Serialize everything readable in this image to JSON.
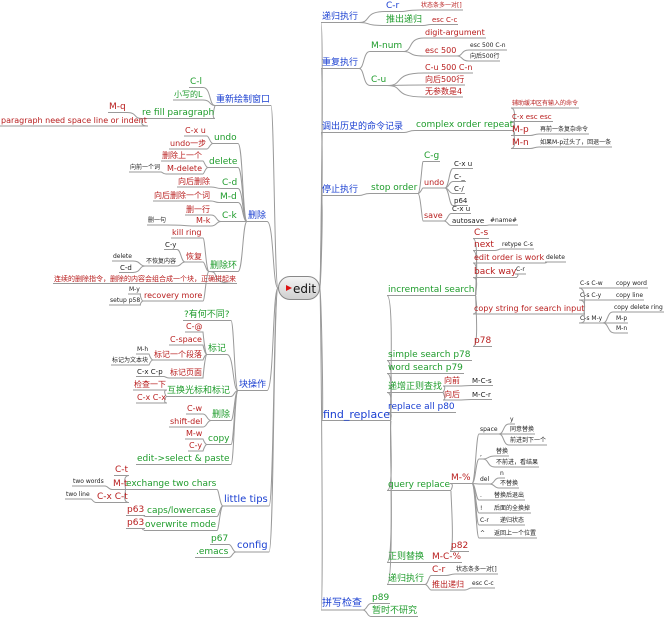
{
  "root": {
    "label": "edit",
    "icon": "arrow-icon"
  },
  "nodes": [
    {
      "id": "b-recursive",
      "text": "递归执行"
    },
    {
      "id": "b-recursive-cr",
      "text": "C-r"
    },
    {
      "id": "b-recursive-cr-d",
      "text": "状态条多一对[]"
    },
    {
      "id": "b-recursive-exit",
      "text": "推出递归"
    },
    {
      "id": "b-recursive-exit-k",
      "text": "esc C-c"
    },
    {
      "id": "b-repeat",
      "text": "重复执行"
    },
    {
      "id": "b-repeat-mnum",
      "text": "M-num"
    },
    {
      "id": "b-repeat-mnum-1",
      "text": "digit-argument"
    },
    {
      "id": "b-repeat-mnum-2",
      "text": "esc 500"
    },
    {
      "id": "b-repeat-mnum-2a",
      "text": "esc 500 C-n"
    },
    {
      "id": "b-repeat-mnum-2b",
      "text": "向后500行"
    },
    {
      "id": "b-repeat-cu",
      "text": "C-u"
    },
    {
      "id": "b-repeat-cu-1",
      "text": "C-u 500 C-n"
    },
    {
      "id": "b-repeat-cu-2",
      "text": "向后500行"
    },
    {
      "id": "b-repeat-cu-3",
      "text": "无参数是4"
    },
    {
      "id": "b-history",
      "text": "调出历史的命令记录"
    },
    {
      "id": "b-history-cr",
      "text": "complex order repeat"
    },
    {
      "id": "b-history-cr-1",
      "text": "辅助缓冲区有输入的命令"
    },
    {
      "id": "b-history-esc",
      "text": "C-x esc esc"
    },
    {
      "id": "b-history-mp",
      "text": "M-p"
    },
    {
      "id": "b-history-mp-d",
      "text": "再前一条复杂命令"
    },
    {
      "id": "b-history-mn",
      "text": "M-n"
    },
    {
      "id": "b-history-mn-d",
      "text": "如果M-p过头了，回退一条"
    },
    {
      "id": "b-stop",
      "text": "停止执行"
    },
    {
      "id": "b-stop-order",
      "text": "stop order"
    },
    {
      "id": "b-stop-cg",
      "text": "C-g"
    },
    {
      "id": "b-stop-undo",
      "text": "undo"
    },
    {
      "id": "b-stop-undo-1",
      "text": "C-x u"
    },
    {
      "id": "b-stop-undo-2",
      "text": "C-_"
    },
    {
      "id": "b-stop-undo-3",
      "text": "C-/"
    },
    {
      "id": "b-stop-undo-4",
      "text": "p64"
    },
    {
      "id": "b-stop-save",
      "text": "save"
    },
    {
      "id": "b-stop-save-1",
      "text": "C-x u"
    },
    {
      "id": "b-stop-save-2",
      "text": "autosave"
    },
    {
      "id": "b-stop-save-2a",
      "text": "#name#"
    },
    {
      "id": "b-find",
      "text": "find_replace"
    },
    {
      "id": "b-inc",
      "text": "incremental search"
    },
    {
      "id": "b-inc-cs",
      "text": "C-s"
    },
    {
      "id": "b-inc-next",
      "text": "next"
    },
    {
      "id": "b-inc-next-d",
      "text": "retype C-s"
    },
    {
      "id": "b-inc-edit",
      "text": "edit order is work"
    },
    {
      "id": "b-inc-edit-d",
      "text": "delete"
    },
    {
      "id": "b-inc-back",
      "text": "back way"
    },
    {
      "id": "b-inc-back-d",
      "text": "C-r"
    },
    {
      "id": "b-inc-copy",
      "text": "copy string for search input"
    },
    {
      "id": "b-inc-copy-1",
      "text": "C-s C-w"
    },
    {
      "id": "b-inc-copy-1d",
      "text": "copy word"
    },
    {
      "id": "b-inc-copy-2",
      "text": "C-s C-y"
    },
    {
      "id": "b-inc-copy-2d",
      "text": "copy line"
    },
    {
      "id": "b-inc-copy-3",
      "text": "C-s M-y"
    },
    {
      "id": "b-inc-copy-3d",
      "text": "copy delete ring"
    },
    {
      "id": "b-inc-copy-3a",
      "text": "M-p"
    },
    {
      "id": "b-inc-copy-3b",
      "text": "M-n"
    },
    {
      "id": "b-inc-p78",
      "text": "p78"
    },
    {
      "id": "b-simple",
      "text": "simple search p78"
    },
    {
      "id": "b-word",
      "text": "word search p79"
    },
    {
      "id": "b-regex",
      "text": "递增正则查找"
    },
    {
      "id": "b-regex-f",
      "text": "向前"
    },
    {
      "id": "b-regex-f-k",
      "text": "M-C-s"
    },
    {
      "id": "b-regex-b",
      "text": "向后"
    },
    {
      "id": "b-regex-b-k",
      "text": "M-C-r"
    },
    {
      "id": "b-replall",
      "text": "replace all p80"
    },
    {
      "id": "b-query",
      "text": "query replace"
    },
    {
      "id": "b-query-k",
      "text": "M-%"
    },
    {
      "id": "b-q-space",
      "text": "space"
    },
    {
      "id": "b-q-y",
      "text": "y"
    },
    {
      "id": "b-q-y1",
      "text": "同意替换"
    },
    {
      "id": "b-q-y2",
      "text": "前进到下一个"
    },
    {
      "id": "b-q-comma",
      "text": ","
    },
    {
      "id": "b-q-c1",
      "text": "替换"
    },
    {
      "id": "b-q-c2",
      "text": "不前进，看结果"
    },
    {
      "id": "b-q-del",
      "text": "del"
    },
    {
      "id": "b-q-n",
      "text": "n"
    },
    {
      "id": "b-q-n1",
      "text": "不替换"
    },
    {
      "id": "b-q-dot",
      "text": "."
    },
    {
      "id": "b-q-dot1",
      "text": "替换后退出"
    },
    {
      "id": "b-q-bang",
      "text": "!"
    },
    {
      "id": "b-q-bang1",
      "text": "后面的全换掉"
    },
    {
      "id": "b-q-cr",
      "text": "C-r"
    },
    {
      "id": "b-q-cr1",
      "text": "递归状态"
    },
    {
      "id": "b-q-caret",
      "text": "^"
    },
    {
      "id": "b-q-caret1",
      "text": "返回上一个位置"
    },
    {
      "id": "b-q-p82",
      "text": "p82"
    },
    {
      "id": "b-regrep",
      "text": "正则替换"
    },
    {
      "id": "b-regrep-k",
      "text": "M-C-%"
    },
    {
      "id": "b-rec2",
      "text": "递归执行"
    },
    {
      "id": "b-rec2-cr",
      "text": "C-r"
    },
    {
      "id": "b-rec2-cr-d",
      "text": "状态条多一对[]"
    },
    {
      "id": "b-rec2-exit",
      "text": "推出递归"
    },
    {
      "id": "b-rec2-exit-k",
      "text": "esc C-c"
    },
    {
      "id": "b-spell",
      "text": "拼写检查"
    },
    {
      "id": "b-spell-1",
      "text": "p89"
    },
    {
      "id": "b-spell-2",
      "text": "暂时不研究"
    },
    {
      "id": "l-redraw",
      "text": "重新绘制窗口"
    },
    {
      "id": "l-redraw-cl",
      "text": "C-l"
    },
    {
      "id": "l-redraw-l",
      "text": "小写的L"
    },
    {
      "id": "l-refill",
      "text": "re fill paragraph"
    },
    {
      "id": "l-refill-mq",
      "text": "M-q"
    },
    {
      "id": "l-refill-d",
      "text": "paragraph need space line or indent"
    },
    {
      "id": "l-delete",
      "text": "删除"
    },
    {
      "id": "l-undo",
      "text": "undo"
    },
    {
      "id": "l-undo-1",
      "text": "C-x u"
    },
    {
      "id": "l-undo-2",
      "text": "undo一步"
    },
    {
      "id": "l-del",
      "text": "delete"
    },
    {
      "id": "l-del-1",
      "text": "删除上一个"
    },
    {
      "id": "l-del-2",
      "text": "M-delete"
    },
    {
      "id": "l-del-2d",
      "text": "向前一个词"
    },
    {
      "id": "l-cd",
      "text": "C-d"
    },
    {
      "id": "l-cd-d",
      "text": "向后删除"
    },
    {
      "id": "l-md",
      "text": "M-d"
    },
    {
      "id": "l-md-d",
      "text": "向后删除一个词"
    },
    {
      "id": "l-ck",
      "text": "C-k"
    },
    {
      "id": "l-ck-1",
      "text": "删一行"
    },
    {
      "id": "l-ck-2",
      "text": "M-k"
    },
    {
      "id": "l-ck-2d",
      "text": "删一句"
    },
    {
      "id": "l-ring",
      "text": "删除环"
    },
    {
      "id": "l-ring-1",
      "text": "kill ring"
    },
    {
      "id": "l-ring-2",
      "text": "恢复"
    },
    {
      "id": "l-ring-2a",
      "text": "C-y"
    },
    {
      "id": "l-ring-2b",
      "text": "不恢复内容"
    },
    {
      "id": "l-ring-2b1",
      "text": "delete"
    },
    {
      "id": "l-ring-2b2",
      "text": "C-d"
    },
    {
      "id": "l-ring-3",
      "text": "连续的删除指令，删除的内容会组合成一个块，正确拼起来"
    },
    {
      "id": "l-ring-4",
      "text": "recovery more"
    },
    {
      "id": "l-ring-4a",
      "text": "M-y"
    },
    {
      "id": "l-ring-4b",
      "text": "setup p58"
    },
    {
      "id": "l-block",
      "text": "块操作"
    },
    {
      "id": "l-block-q",
      "text": "?有何不同?"
    },
    {
      "id": "l-mark",
      "text": "标记"
    },
    {
      "id": "l-mark-1",
      "text": "C-@"
    },
    {
      "id": "l-mark-2",
      "text": "C-space"
    },
    {
      "id": "l-mark-3",
      "text": "标记一个段落"
    },
    {
      "id": "l-mark-3a",
      "text": "M-h"
    },
    {
      "id": "l-mark-3b",
      "text": "标记为文本块"
    },
    {
      "id": "l-mark-4",
      "text": "标记页面"
    },
    {
      "id": "l-mark-4a",
      "text": "C-x C-p"
    },
    {
      "id": "l-swap",
      "text": "互换光标和标记"
    },
    {
      "id": "l-swap-1",
      "text": "检查一下"
    },
    {
      "id": "l-swap-2",
      "text": "C-x C-x"
    },
    {
      "id": "l-bdel",
      "text": "删除"
    },
    {
      "id": "l-bdel-1",
      "text": "C-w"
    },
    {
      "id": "l-bdel-2",
      "text": "shift-del"
    },
    {
      "id": "l-copy",
      "text": "copy"
    },
    {
      "id": "l-copy-1",
      "text": "M-w"
    },
    {
      "id": "l-copy-2",
      "text": "C-y"
    },
    {
      "id": "l-edit",
      "text": "edit->select & paste"
    },
    {
      "id": "l-tips",
      "text": "little tips"
    },
    {
      "id": "l-xchg",
      "text": "exchange two chars"
    },
    {
      "id": "l-xchg-ct",
      "text": "C-t"
    },
    {
      "id": "l-xchg-mt",
      "text": "M-t"
    },
    {
      "id": "l-xchg-mtd",
      "text": "two words"
    },
    {
      "id": "l-xchg-cxct",
      "text": "C-x C-t"
    },
    {
      "id": "l-xchg-cxctd",
      "text": "two line"
    },
    {
      "id": "l-caps",
      "text": "caps/lowercase"
    },
    {
      "id": "l-caps-p",
      "text": "p63"
    },
    {
      "id": "l-over",
      "text": "overwrite mode"
    },
    {
      "id": "l-over-p",
      "text": "p63"
    },
    {
      "id": "l-config",
      "text": "config"
    },
    {
      "id": "l-config-1",
      "text": "p67"
    },
    {
      "id": "l-config-2",
      "text": ".emacs"
    }
  ]
}
